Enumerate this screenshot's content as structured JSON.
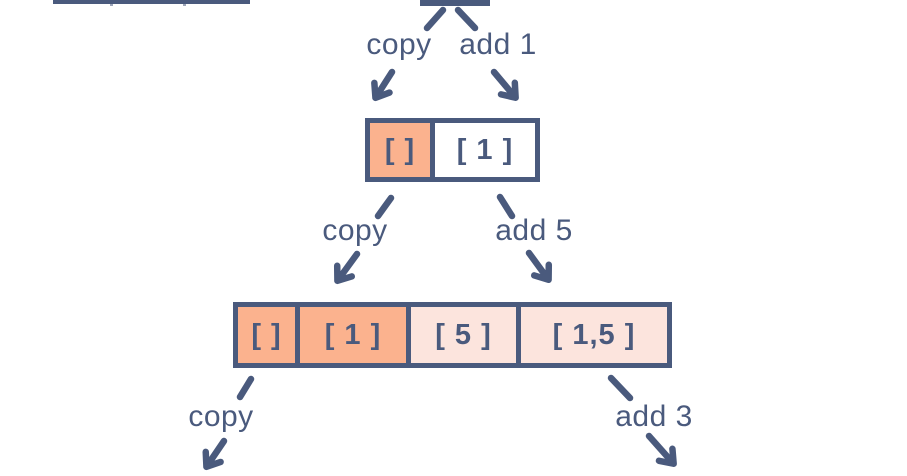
{
  "diagram": {
    "colors": {
      "outline": "#4A5A7D",
      "salmon": "#FBB28E",
      "pink": "#FCE4DD",
      "white": "#FFFFFF"
    },
    "edges": [
      {
        "label": "copy"
      },
      {
        "label": "add 1"
      },
      {
        "label": "copy"
      },
      {
        "label": "add 5"
      },
      {
        "label": "copy"
      },
      {
        "label": "add 3"
      }
    ],
    "levels": [
      {
        "cells": [
          {
            "text": "[ ]",
            "fill": "salmon"
          },
          {
            "text": "[ 1 ]",
            "fill": "white"
          }
        ]
      },
      {
        "cells": [
          {
            "text": "[ ]",
            "fill": "salmon"
          },
          {
            "text": "[ 1 ]",
            "fill": "salmon"
          },
          {
            "text": "[ 5 ]",
            "fill": "pink"
          },
          {
            "text": "[ 1,5 ]",
            "fill": "pink"
          }
        ]
      }
    ]
  }
}
